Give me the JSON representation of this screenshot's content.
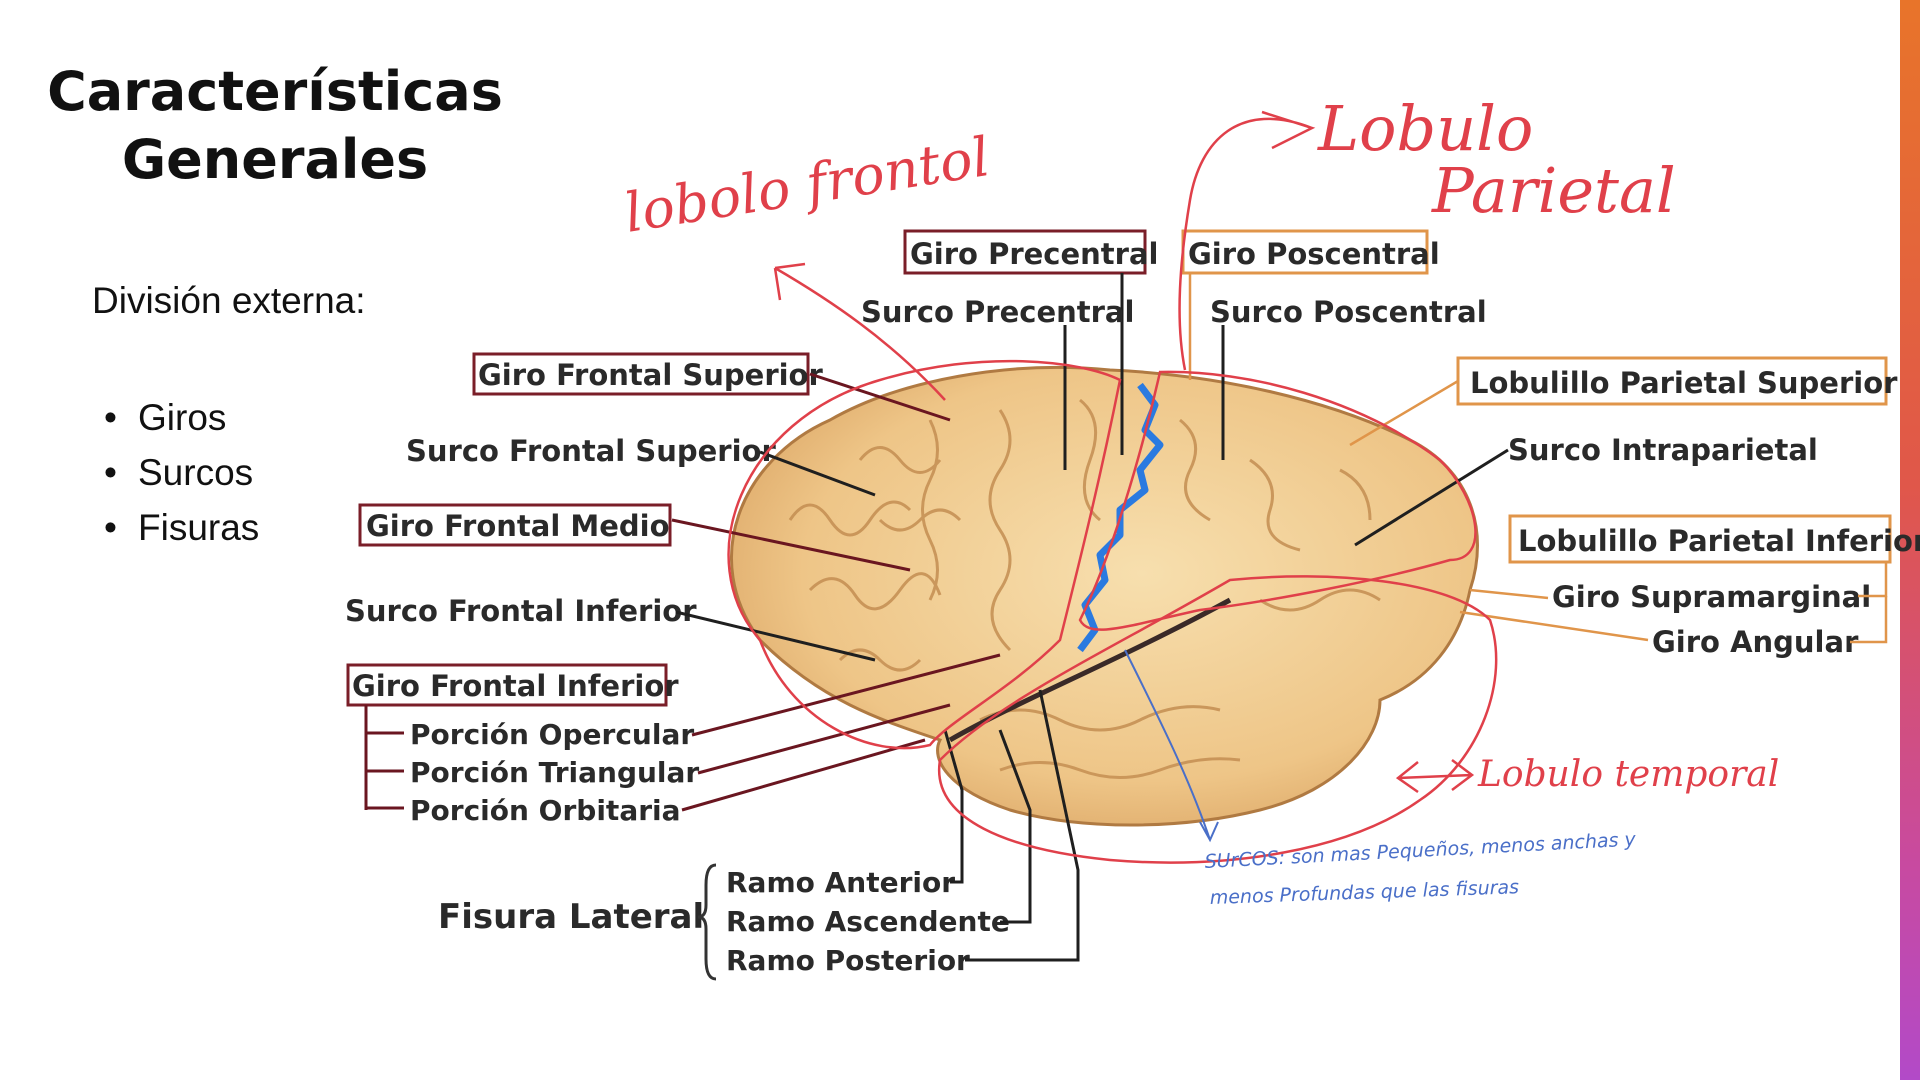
{
  "slide": {
    "title_line1": "Características",
    "title_line2": "Generales",
    "subtitle": "División externa:",
    "bullets": [
      "Giros",
      "Surcos",
      "Fisuras"
    ]
  },
  "diagram": {
    "labels": {
      "giro_precentral": "Giro Precentral",
      "giro_poscentral": "Giro Poscentral",
      "surco_precentral": "Surco Precentral",
      "surco_poscentral": "Surco Poscentral",
      "giro_frontal_superior": "Giro Frontal Superior",
      "surco_frontal_superior": "Surco Frontal Superior",
      "giro_frontal_medio": "Giro Frontal Medio",
      "surco_frontal_inferior": "Surco Frontal Inferior",
      "giro_frontal_inferior": "Giro Frontal Inferior",
      "porcion_opercular": "Porción Opercular",
      "porcion_triangular": "Porción Triangular",
      "porcion_orbitaria": "Porción Orbitaria",
      "fisura_lateral": "Fisura Lateral",
      "ramo_anterior": "Ramo Anterior",
      "ramo_ascendente": "Ramo Ascendente",
      "ramo_posterior": "Ramo Posterior",
      "lobulillo_parietal_superior": "Lobulillo Parietal Superior",
      "surco_intraparietal": "Surco Intraparietal",
      "lobulillo_parietal_inferior": "Lobulillo Parietal Inferior",
      "giro_supramarginal": "Giro Supramarginal",
      "giro_angular": "Giro Angular"
    },
    "annotations": {
      "lobulo_frontal": "lobolo frontol",
      "lobulo_parietal_1": "Lobulo",
      "lobulo_parietal_2": "Parietal",
      "lobulo_temporal": "Lobulo temporal",
      "surcos_note_1": "SUrCOS: son mas Pequeños, menos anchas y",
      "surcos_note_2": "menos Profundas que las fisuras"
    },
    "colors": {
      "accent_bar_top": "#e8742a",
      "accent_bar_bottom": "#b24ac8",
      "annotation_red": "#e0404a",
      "annotation_blue": "#4a6fc8",
      "central_sulcus_blue": "#2a7ae0",
      "label_box": "#7a1e28",
      "label_box_orange": "#e0954a",
      "brain_fill": "#f1cf95"
    }
  }
}
